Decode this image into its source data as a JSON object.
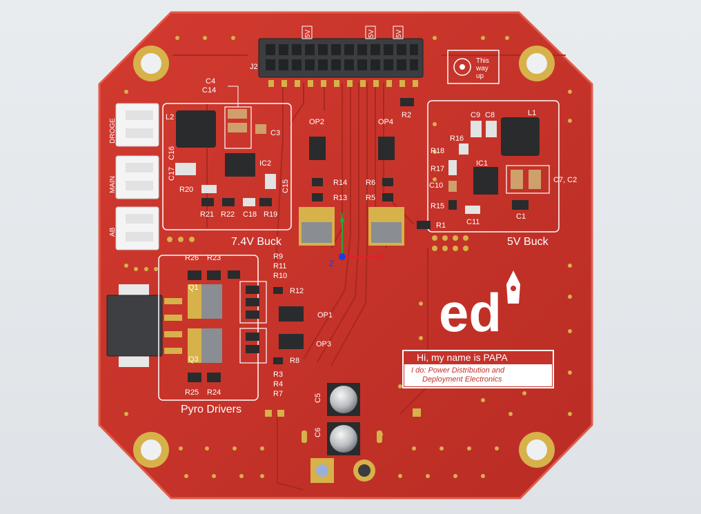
{
  "board": {
    "colors": {
      "board": "#c4322a",
      "board_edge": "#e24a3c",
      "copper_pad": "#d7b14a",
      "silkscreen": "#ffffff",
      "background": "#e4e7ea"
    },
    "header_label": "J2",
    "power_labels": [
      "5V",
      "5V",
      "5V"
    ],
    "orientation_mark": {
      "line1": "This",
      "line2": "way",
      "line3": "up"
    },
    "connectors_left": [
      "DROGE",
      "MAIN",
      "AB"
    ],
    "sections": {
      "buck_74": "7.4V Buck",
      "buck_5": "5V Buck",
      "pyro": "Pyro Drivers"
    },
    "components": {
      "buck74": [
        "C4",
        "C14",
        "L2",
        "C3",
        "C16",
        "C17",
        "IC2",
        "C15",
        "R20",
        "R21",
        "R22",
        "C18",
        "R19"
      ],
      "buck5": [
        "C9",
        "C8",
        "L1",
        "R16",
        "R18",
        "R17",
        "IC1",
        "C10",
        "R15",
        "C11",
        "C1",
        "C7, C2"
      ],
      "middle": [
        "OP2",
        "OP4",
        "R2",
        "R14",
        "R6",
        "R13",
        "R5",
        "R1"
      ],
      "pyro": [
        "R26",
        "R23",
        "Q1",
        "Q3",
        "R25",
        "R24",
        "R9",
        "R11",
        "R10",
        "R12",
        "OP1",
        "OP3",
        "R8",
        "R3",
        "R4",
        "R7"
      ],
      "bottom": [
        "C5",
        "C6"
      ]
    },
    "axes": {
      "x": "X",
      "y": "Y",
      "z": "Z"
    },
    "logo": "ed",
    "name_tag": {
      "line1": "Hi, my name is PAPA",
      "line2": "I do: Power Distribution and",
      "line3": "Deployment Electronics"
    }
  }
}
